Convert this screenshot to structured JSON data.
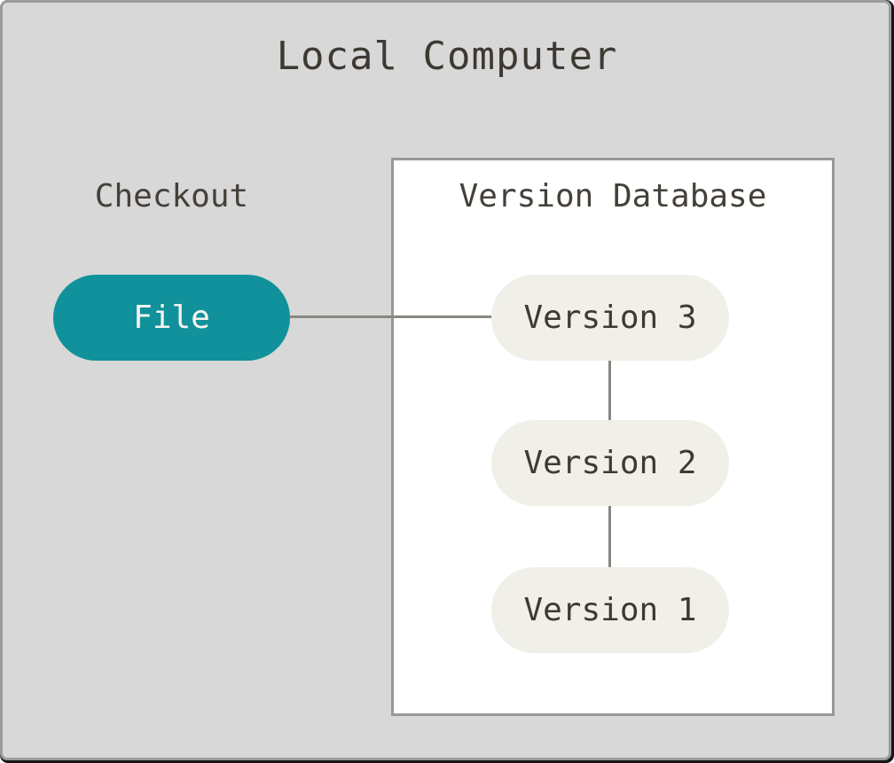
{
  "diagram": {
    "title": "Local Computer",
    "checkout": {
      "label": "Checkout",
      "file_node": {
        "label": "File"
      }
    },
    "version_database": {
      "title": "Version Database",
      "nodes": [
        {
          "label": "Version 3"
        },
        {
          "label": "Version 2"
        },
        {
          "label": "Version 1"
        }
      ]
    },
    "connections": [
      "File - Version 3",
      "Version 3 - Version 2",
      "Version 2 - Version 1"
    ],
    "colors": {
      "background": "#d8d8d8",
      "frame_border": "#9b9b9b",
      "window_edge": "#161616",
      "box_fill": "#ffffff",
      "box_border": "#98989a",
      "file_pill_fill": "#11919b",
      "file_pill_text": "#f5f4ef",
      "version_pill_fill": "#f0efe8",
      "text": "#3e3a33",
      "connector": "#8a8680"
    }
  }
}
